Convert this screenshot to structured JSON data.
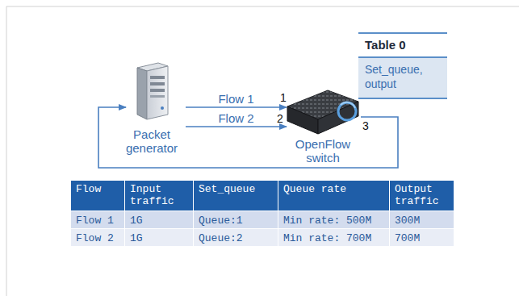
{
  "diagram": {
    "nodes": [
      {
        "text": [
          "Packet generator"
        ]
      },
      {
        "text": [
          "OpenFlow switch"
        ]
      },
      {
        "text": [
          "Table 0",
          "Set_queue, output"
        ]
      }
    ],
    "edges": [
      {
        "from": 0,
        "to": 1,
        "arrow": "to",
        "label": "Flow 1"
      },
      {
        "from": 0,
        "to": 1,
        "arrow": "to",
        "label": "Flow 2"
      },
      {
        "from": 1,
        "to": 0,
        "arrow": "to"
      }
    ],
    "labels": [
      "1",
      "2",
      "3",
      "Flow",
      "Input traffic",
      "Set_queue",
      "Queue rate",
      "Output traffic",
      "Flow 1",
      "1G",
      "Queue:1",
      "Min rate: 500M",
      "300M",
      "Flow 2",
      "1G",
      "Queue:2",
      "Min rate: 700M",
      "700M"
    ]
  }
}
